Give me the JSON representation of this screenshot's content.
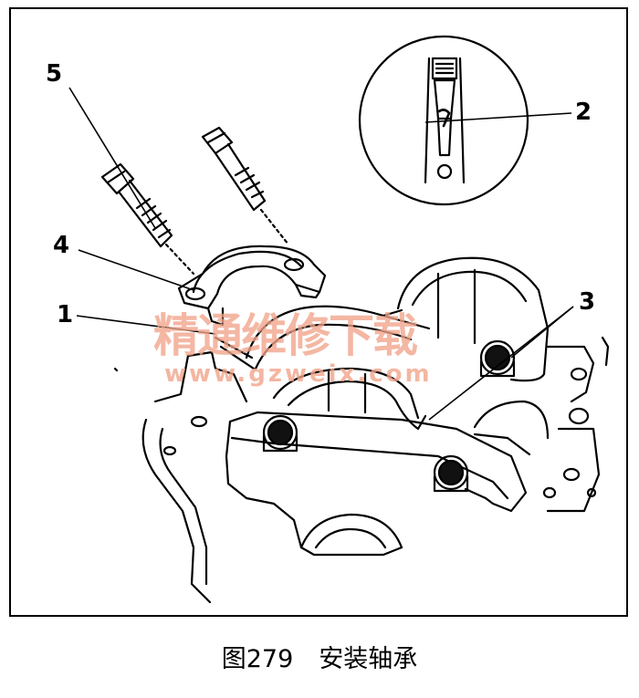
{
  "callouts": {
    "c1": "1",
    "c2": "2",
    "c3": "3",
    "c4": "4",
    "c5": "5"
  },
  "caption": {
    "figure_number": "图279",
    "title": "安装轴承"
  },
  "watermark": {
    "text": "精通维修下载",
    "url": "www.gzweix.com"
  }
}
